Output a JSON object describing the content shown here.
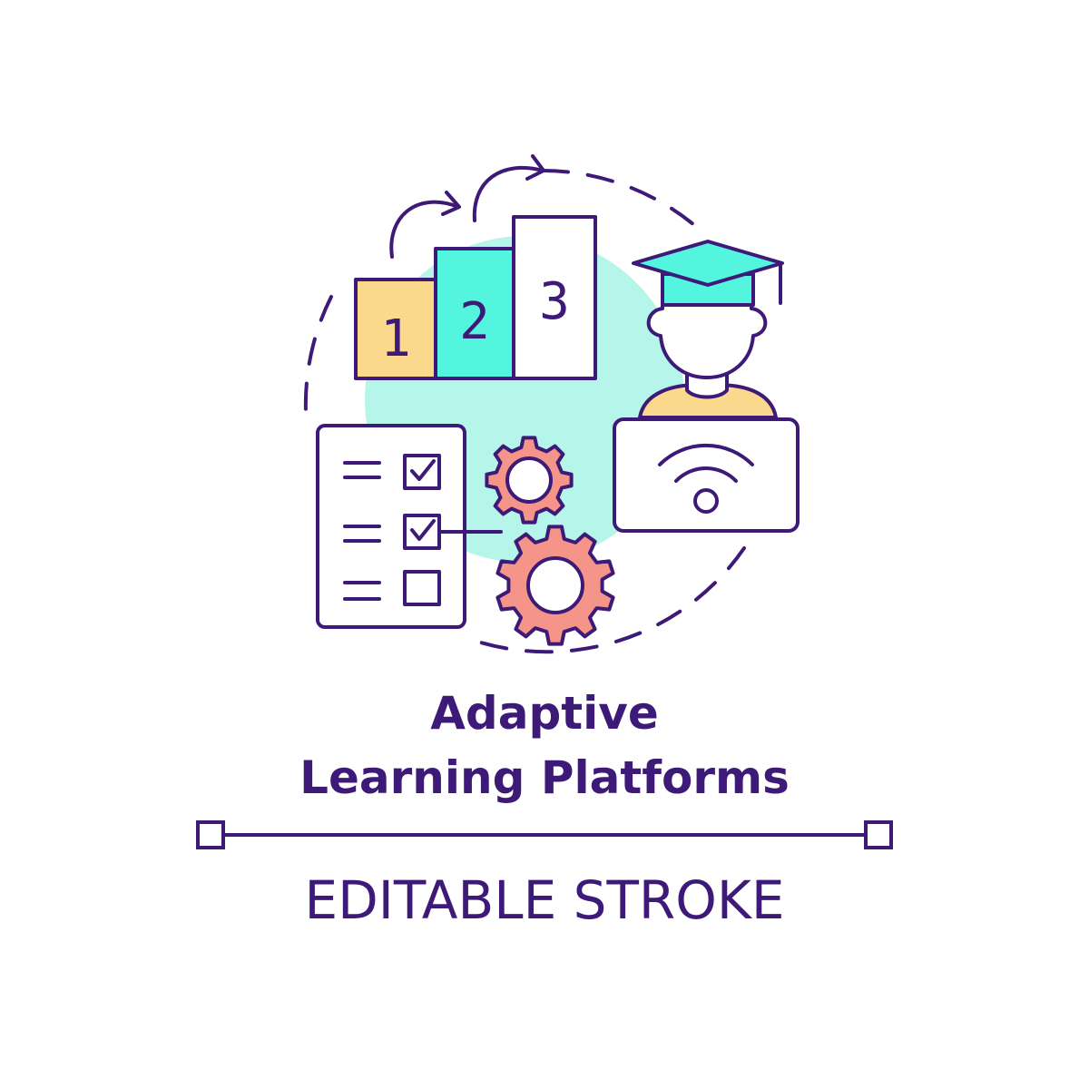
{
  "title": {
    "line1": "Adaptive",
    "line2": "Learning Platforms"
  },
  "caption": "EDITABLE STROKE",
  "podium": {
    "labels": [
      "1",
      "2",
      "3"
    ]
  },
  "colors": {
    "outline": "#3d1a78",
    "yellow": "#fad98c",
    "teal": "#53f5df",
    "light_teal": "#b5f5ea",
    "salmon": "#f5958a",
    "white": "#ffffff"
  },
  "icons": [
    "podium-icon",
    "graduate-icon",
    "wifi-icon",
    "checklist-icon",
    "gear-icon",
    "arrow-icon"
  ]
}
